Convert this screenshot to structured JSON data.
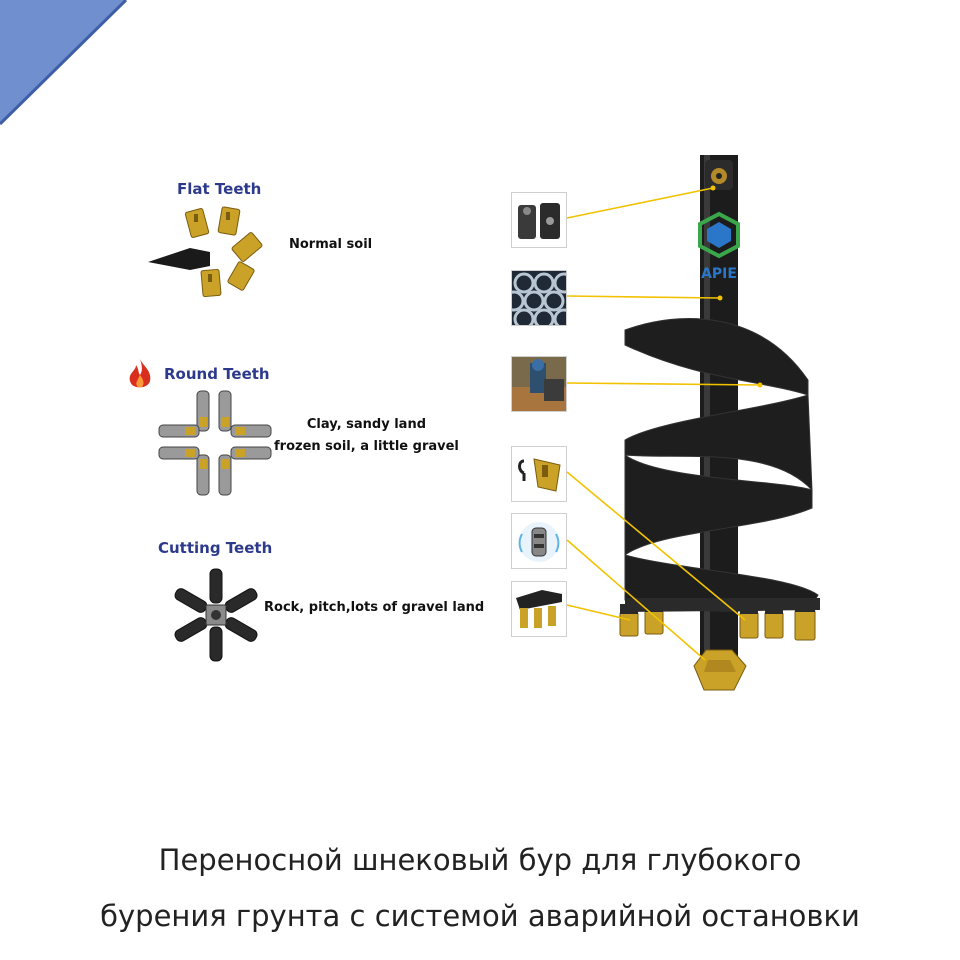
{
  "teeth": [
    {
      "title": "Flat Teeth",
      "usage": [
        "Normal soil"
      ],
      "icon": "flat-teeth-icon"
    },
    {
      "title": "Round Teeth",
      "usage": [
        "Clay, sandy land",
        "frozen soil, a little gravel"
      ],
      "icon": "round-teeth-icon",
      "badge_icon": "flame-icon"
    },
    {
      "title": "Cutting Teeth",
      "usage": [
        "Rock, pitch,lots of gravel land"
      ],
      "icon": "cutting-teeth-icon"
    }
  ],
  "logo": {
    "text": "APIE"
  },
  "caption": {
    "line1": "Переносной шнековый бур для глубокого",
    "line2": "бурения грунта с системой аварийной остановки"
  },
  "colors": {
    "title_blue": "#2d3a8c",
    "corner_blue": "#6f8fcf",
    "auger_black": "#1c1c1c",
    "tooth_gold": "#c9a227",
    "leader_yellow": "#f2c200",
    "logo_green": "#3aa84a",
    "logo_blue": "#2a76c9"
  }
}
